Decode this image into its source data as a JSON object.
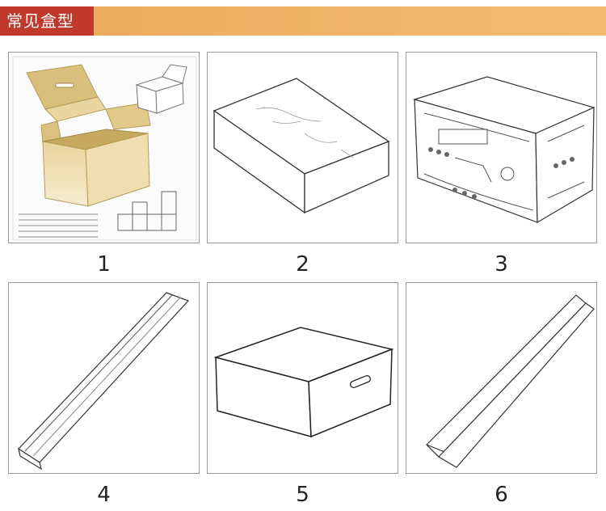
{
  "header": {
    "title": "常见盒型"
  },
  "colors": {
    "accent_red": "#c0392b",
    "header_gold": "#f0b265"
  },
  "items": [
    {
      "number": "1",
      "icon": "rse-box-with-dieline-icon"
    },
    {
      "number": "2",
      "icon": "flat-box-sketch-icon"
    },
    {
      "number": "3",
      "icon": "printed-carton-sketch-icon"
    },
    {
      "number": "4",
      "icon": "long-tube-box-icon"
    },
    {
      "number": "5",
      "icon": "handle-box-icon"
    },
    {
      "number": "6",
      "icon": "triangular-long-box-icon"
    }
  ]
}
